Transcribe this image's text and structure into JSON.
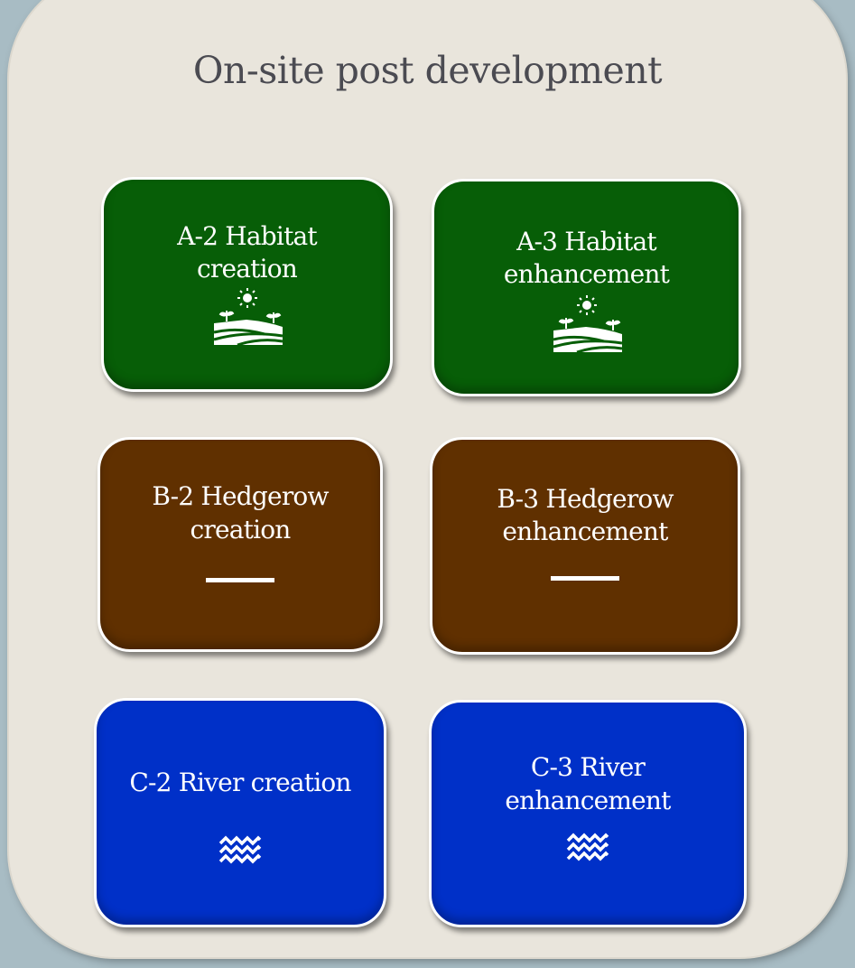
{
  "diagram": {
    "title": "On-site post development",
    "cards": [
      {
        "code": "A-2",
        "line1": "A-2 Habitat",
        "line2": "creation",
        "icon": "landscape-icon",
        "color": "#075e07"
      },
      {
        "code": "A-3",
        "line1": "A-3 Habitat",
        "line2": "enhancement",
        "icon": "landscape-icon",
        "color": "#075e07"
      },
      {
        "code": "B-2",
        "line1": "B-2 Hedgerow",
        "line2": "creation",
        "icon": "hedgerow-line-icon",
        "color": "#603000"
      },
      {
        "code": "B-3",
        "line1": "B-3 Hedgerow",
        "line2": "enhancement",
        "icon": "hedgerow-line-icon",
        "color": "#603000"
      },
      {
        "code": "C-2",
        "line1": "C-2 River creation",
        "line2": "",
        "icon": "water-waves-icon",
        "color": "#0030c8"
      },
      {
        "code": "C-3",
        "line1": "C-3 River",
        "line2": "enhancement",
        "icon": "water-waves-icon",
        "color": "#0030c8"
      }
    ]
  }
}
